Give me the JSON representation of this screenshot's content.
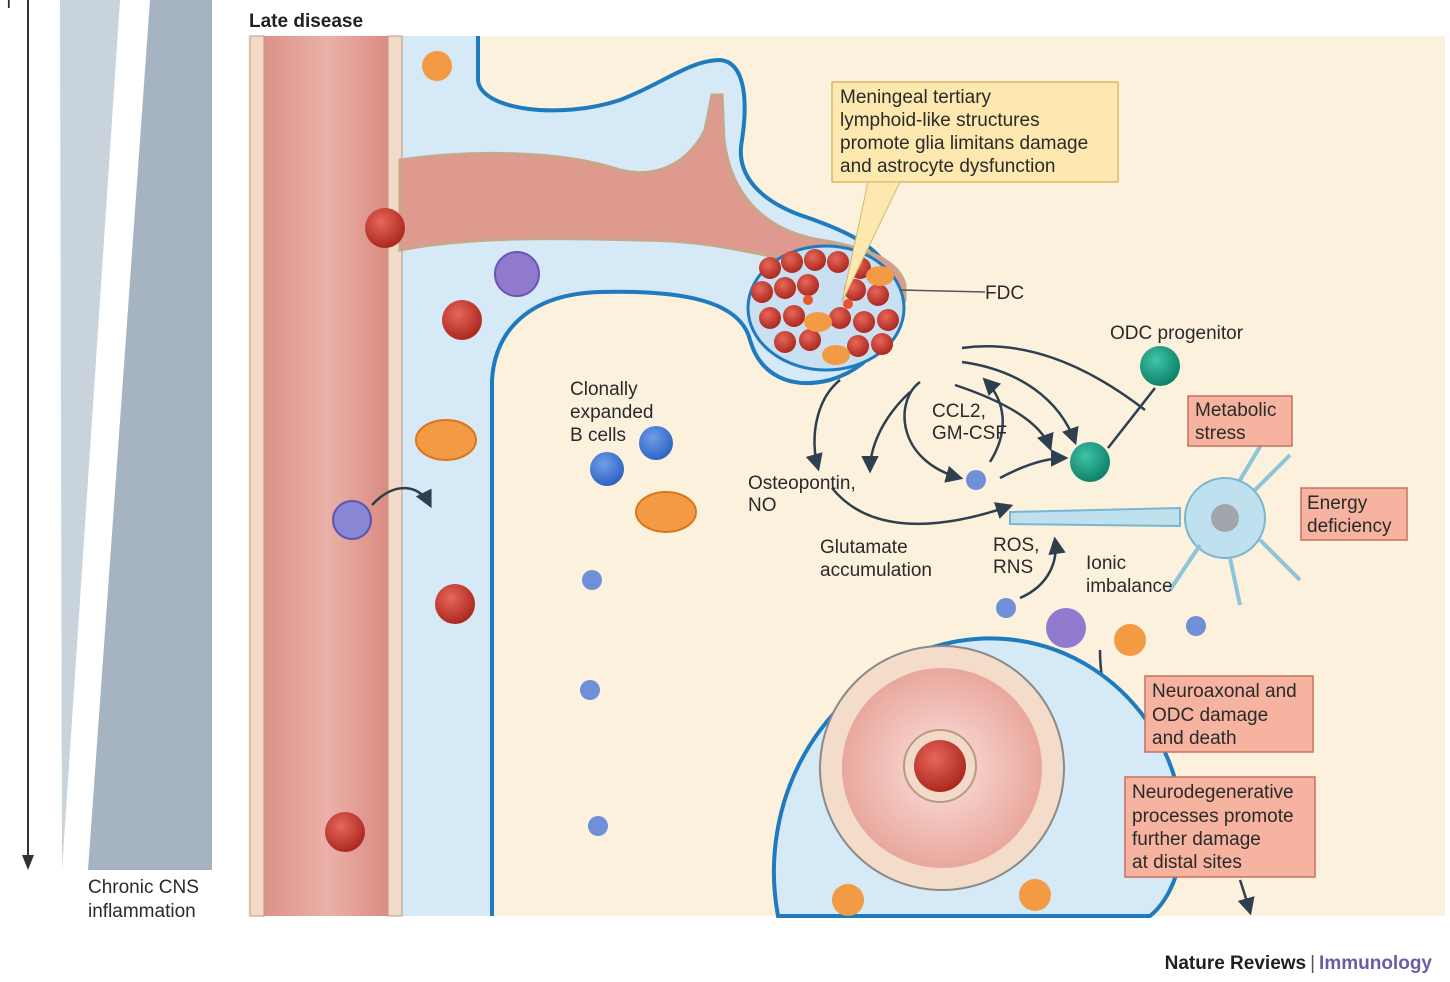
{
  "panel_title": "Late disease",
  "axis": {
    "cut_label": "T",
    "gradient_label_line1": "Chronic CNS",
    "gradient_label_line2": "inflammation"
  },
  "labels": {
    "meningeal": [
      "Meningeal tertiary",
      "lymphoid-like structures",
      "promote glia limitans damage",
      "and astrocyte dysfunction"
    ],
    "fdc": "FDC",
    "odc_progenitor": "ODC progenitor",
    "clonal": [
      "Clonally",
      "expanded",
      "B cells"
    ],
    "osteopontin": [
      "Osteopontin,",
      "NO"
    ],
    "ccl2": [
      "CCL2,",
      "GM-CSF"
    ],
    "glutamate": [
      "Glutamate",
      "accumulation"
    ],
    "ros": [
      "ROS,",
      "RNS"
    ],
    "ionic": [
      "Ionic",
      "imbalance"
    ],
    "metabolic": [
      "Metabolic",
      "stress"
    ],
    "energy": [
      "Energy",
      "deficiency"
    ],
    "neuroaxonal": [
      "Neuroaxonal and",
      "ODC damage",
      "and death"
    ],
    "neurodegenerative": [
      "Neurodegenerative",
      "processes promote",
      "further damage",
      "at distal sites"
    ]
  },
  "credit": {
    "publisher": "Nature Reviews",
    "separator": "|",
    "journal": "Immunology"
  },
  "colors": {
    "vessel": "#dc8f86",
    "csf": "#d5e9f6",
    "parenchyma": "#fcf1dd",
    "membrane": "#1f7bbf",
    "rbc": "#c0392b",
    "box_orange": "#f5b3a0",
    "box_yellow": "#fde8b0"
  }
}
